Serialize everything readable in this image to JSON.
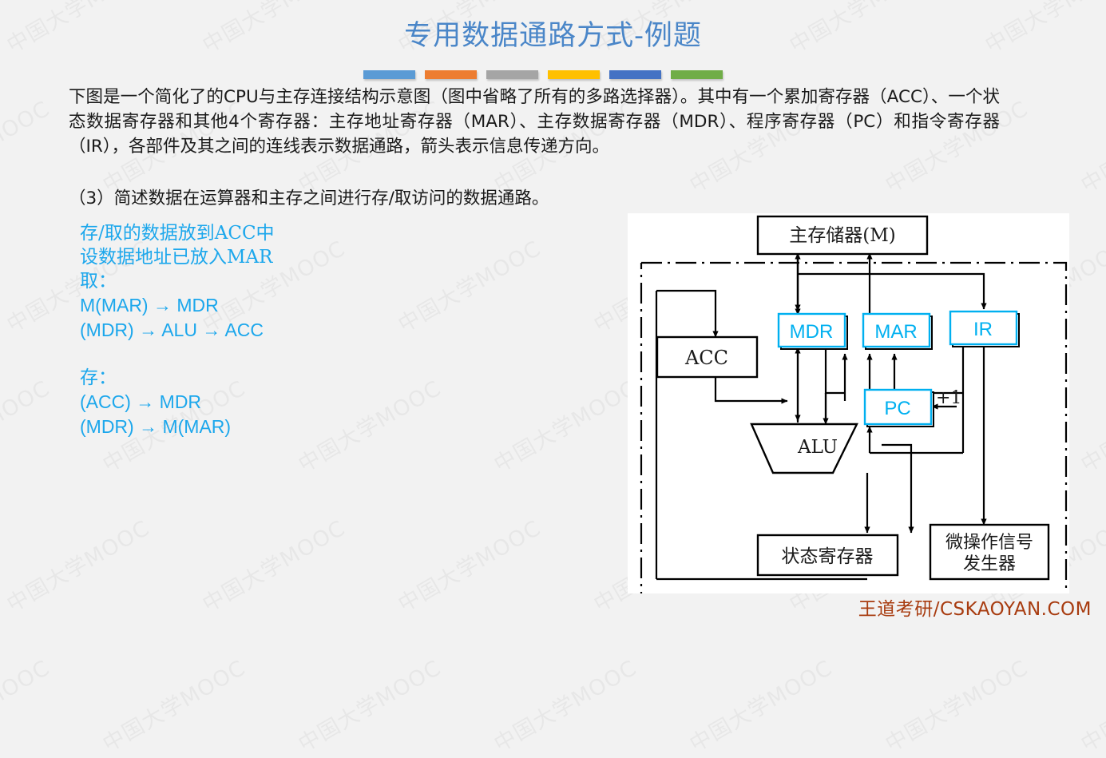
{
  "slide": {
    "title": "专用数据通路方式-例题",
    "title_color": "#4a86c8",
    "background_color": "#f2f2f2",
    "accent_bars": [
      "#5b9bd5",
      "#ed7d31",
      "#a5a5a5",
      "#ffc000",
      "#4472c4",
      "#70ad47"
    ],
    "watermark_text": "中国大学MOOC"
  },
  "body": {
    "paragraph": "下图是一个简化了的CPU与主存连接结构示意图（图中省略了所有的多路选择器）。其中有一个累加寄存器（ACC）、一个状态数据寄存器和其他4个寄存器：主存地址寄存器（MAR）、主存数据寄存器（MDR）、程序寄存器（PC）和指令寄存器（IR），各部件及其之间的连线表示数据通路，箭头表示信息传递方向。",
    "question": "（3）简述数据在运算器和主存之间进行存/取访问的数据通路。"
  },
  "notes": {
    "color": "#1ca7ec",
    "line1": "存/取的数据放到ACC中",
    "line2": "设数据地址已放入MAR",
    "line3": "取：",
    "line4": "M(MAR) → MDR",
    "line5": "(MDR) → ALU → ACC",
    "line6": "存：",
    "line7": "(ACC) → MDR",
    "line8": "(MDR) → M(MAR)"
  },
  "diagram": {
    "memory": "主存储器(M)",
    "acc": "ACC",
    "mdr": "MDR",
    "mar": "MAR",
    "ir": "IR",
    "pc": "PC",
    "plus_one": "+1",
    "alu": "ALU",
    "status_register": "状态寄存器",
    "micro_signal_line1": "微操作信号",
    "micro_signal_line2": "发生器",
    "register_highlight_color": "#00b0f0",
    "line_color": "#000000",
    "panel_background": "#ffffff"
  },
  "footer": {
    "text": "王道考研/CSKAOYAN.COM",
    "color": "#a83c10"
  }
}
